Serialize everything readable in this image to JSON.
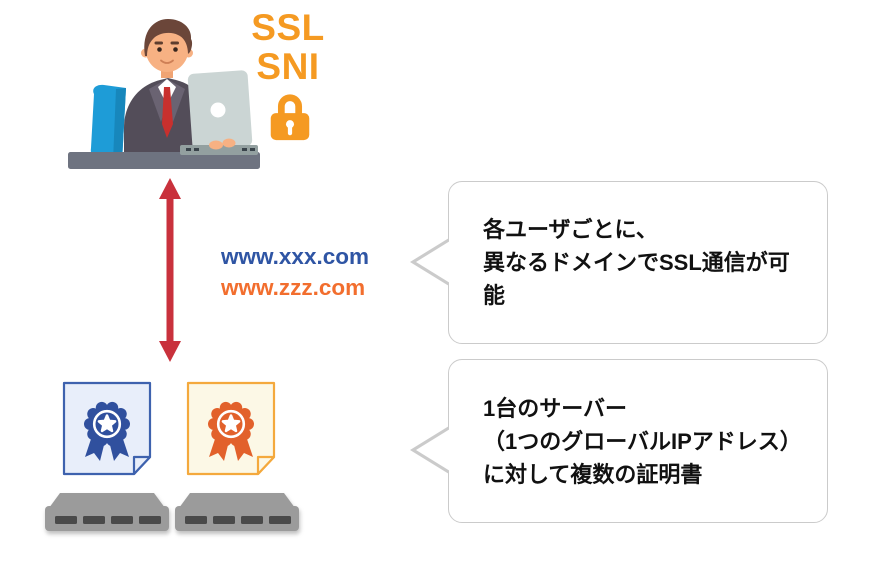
{
  "badge": {
    "ssl": "SSL",
    "sni": "SNI"
  },
  "domains": {
    "primary": "www.xxx.com",
    "secondary": "www.zzz.com"
  },
  "callouts": {
    "top": {
      "line1": "各ユーザごとに、",
      "line2": "異なるドメインでSSL通信が可能"
    },
    "bottom": {
      "line1": "1台のサーバー",
      "line2": "（1つのグローバルIPアドレス）",
      "line3": "に対して複数の証明書"
    }
  },
  "icons": {
    "person": "user-at-laptop-illustration",
    "lock": "lock-icon",
    "arrow": "double-arrow-icon",
    "certificate_blue": "certificate-blue-icon",
    "certificate_orange": "certificate-orange-icon",
    "server": "server-icon"
  },
  "colors": {
    "accent_orange": "#F59A22",
    "domain_blue": "#2F55A4",
    "domain_orange": "#F26E2E",
    "arrow_red": "#C9313C",
    "cert_blue": "#30509E",
    "cert_blue_border": "#3E62AE",
    "cert_blue_bg": "#E8EEFA",
    "cert_orange": "#E2612B",
    "cert_orange_border": "#F4A93D",
    "cert_orange_bg": "#FCF8E6",
    "server_gray": "#9B9B9B",
    "server_slot": "#4A4A4A",
    "bubble_border": "#CBCBCB",
    "desk_gray": "#6E7380",
    "chair_blue": "#1E9CD7"
  }
}
